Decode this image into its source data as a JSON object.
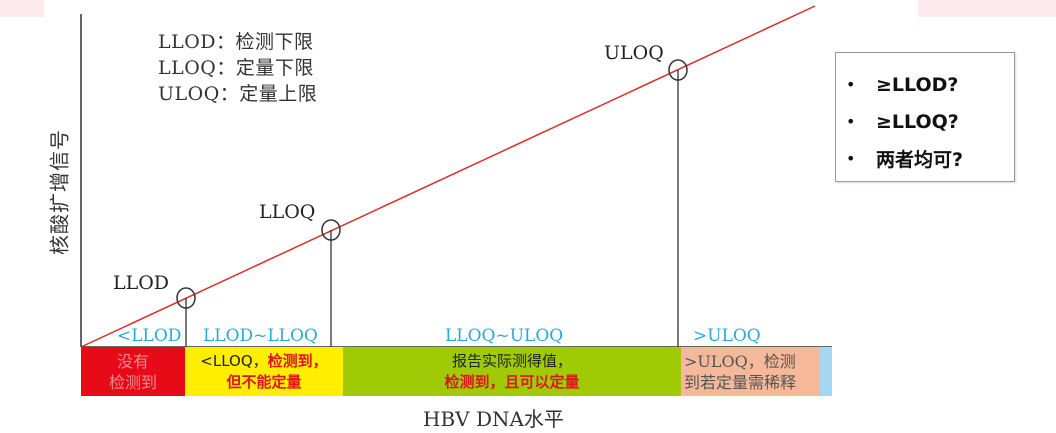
{
  "legend": [
    "LLOD：检测下限",
    "LLOQ：定量下限",
    "ULOQ：定量上限"
  ],
  "axes": {
    "y_label": "核酸扩增信号",
    "x_label": "HBV DNA水平"
  },
  "points": {
    "llod": "LLOD",
    "lloq": "LLOQ",
    "uloq": "ULOQ"
  },
  "ranges": {
    "below_llod": "<LLOD",
    "llod_lloq": "LLOD~LLOQ",
    "lloq_uloq": "LLOQ~ULOQ",
    "above_uloq": ">ULOQ"
  },
  "zones": {
    "not_detected": {
      "line1": "没有",
      "line2": "检测到"
    },
    "detected": {
      "prefix": "<LLOQ，",
      "emphasis1": "检测到，",
      "emphasis2": "但不能定量"
    },
    "quantifiable": {
      "line1": "报告实际测得值，",
      "emphasis": "检测到，且可以定量"
    },
    "above_uloq": {
      "line1": ">ULOQ，检测",
      "line2": "到若定量需稀释"
    }
  },
  "questions": [
    "≥LLOD?",
    "≥LLOQ?",
    "两者均可?"
  ],
  "colors": {
    "red_zone": "#e60b17",
    "yellow_zone": "#ffee00",
    "green_zone": "#9fca05",
    "peach_zone": "#f5b99a",
    "signal_line": "#d9302c",
    "range_text": "#2aa9d8"
  }
}
